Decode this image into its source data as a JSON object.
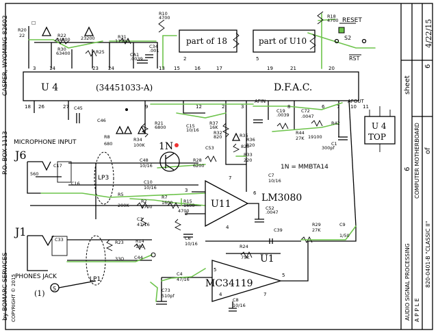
{
  "copyright_side": {
    "company": "by BOMARC SERVICES",
    "address": "P.O. BOX 1113",
    "city": "CASPER, WYOMING 82602",
    "copyright": "COPYRIGHT © 2015"
  },
  "title_block": {
    "date": "4/22/15",
    "sheet_label": "sheet",
    "sheet_num": "6",
    "of_label": "of",
    "sheet_total": "6",
    "board": "COMPUTER MOTHERBOARD",
    "part_no": "820-0401-B \"CLASSIC II\"",
    "function": "AUDIO SIGNAL PROCESSING",
    "brand": "A P P L E"
  },
  "chips": {
    "u4_name": "U 4",
    "u4_part": "(34451033-A)",
    "u4_func": "D.F.A.C.",
    "u4_top_a": "U 4",
    "u4_top_b": "TOP",
    "part18": "part of 18",
    "part_u10": "part of U10",
    "u11": "U11",
    "u11_part": "LM3080",
    "u1": "U1",
    "u1_part": "MC34119",
    "q_label": "1N",
    "q_note": "1N = MMBTA14"
  },
  "labels": {
    "reset": "RESET",
    "rst": "RST",
    "s2": "S2",
    "mic_input": "MICROPHONE INPUT",
    "j6": "J6",
    "j1": "J1",
    "phones_jack": "PHONES JACK",
    "lp1": "LP1",
    "lp3": "LP3",
    "afin": "AFIN",
    "afout": "AFOUT",
    "one": "(1)"
  },
  "components": [
    {
      "id": "r20",
      "text": "R20"
    },
    {
      "id": "r20v",
      "text": "22"
    },
    {
      "id": "r22",
      "text": "R22"
    },
    {
      "id": "r22v",
      "text": "34800"
    },
    {
      "id": "r30",
      "text": "R30"
    },
    {
      "id": "r30v",
      "text": "63400"
    },
    {
      "id": "r23v",
      "text": "23200"
    },
    {
      "id": "r25",
      "text": "R25"
    },
    {
      "id": "r31",
      "text": "R31"
    },
    {
      "id": "r31v",
      "text": "11300"
    },
    {
      "id": "ca1",
      "text": "CA1"
    },
    {
      "id": "ca1v",
      "text": ".0039"
    },
    {
      "id": "c34",
      "text": "C34"
    },
    {
      "id": "c34v",
      "text": ".001"
    },
    {
      "id": "r10",
      "text": "R10"
    },
    {
      "id": "r10v",
      "text": "4700"
    },
    {
      "id": "r18",
      "text": "R18"
    },
    {
      "id": "r18v",
      "text": "4700"
    },
    {
      "id": "c45",
      "text": "C45"
    },
    {
      "id": "c46",
      "text": "C46"
    },
    {
      "id": "r8",
      "text": "R8"
    },
    {
      "id": "r8v",
      "text": "680"
    },
    {
      "id": "r34",
      "text": "R34"
    },
    {
      "id": "r34v",
      "text": "100K"
    },
    {
      "id": "r21",
      "text": "R21"
    },
    {
      "id": "r21v",
      "text": "6800"
    },
    {
      "id": "c48",
      "text": "C48"
    },
    {
      "id": "c48v",
      "text": "10/16"
    },
    {
      "id": "c15",
      "text": "C15"
    },
    {
      "id": "c15v",
      "text": "10/16"
    },
    {
      "id": "r37",
      "text": "R37"
    },
    {
      "id": "r37v",
      "text": "16K"
    },
    {
      "id": "r32",
      "text": "R32"
    },
    {
      "id": "r32v",
      "text": "820"
    },
    {
      "id": "r36",
      "text": "R36"
    },
    {
      "id": "r36v",
      "text": "820"
    },
    {
      "id": "r35",
      "text": "R35"
    },
    {
      "id": "r35v",
      "text": "820"
    },
    {
      "id": "c53",
      "text": "C53"
    },
    {
      "id": "r33",
      "text": "R33"
    },
    {
      "id": "r33v",
      "text": "220"
    },
    {
      "id": "r28",
      "text": "R28"
    },
    {
      "id": "r28v",
      "text": "6200"
    },
    {
      "id": "c19",
      "text": "C19"
    },
    {
      "id": "c19v",
      "text": ".0039"
    },
    {
      "id": "c72",
      "text": "C72"
    },
    {
      "id": "c72v",
      "text": ".0047"
    },
    {
      "id": "r44",
      "text": "R44"
    },
    {
      "id": "r44v",
      "text": "27K"
    },
    {
      "id": "r42",
      "text": "R42"
    },
    {
      "id": "c1",
      "text": "C1"
    },
    {
      "id": "c1v",
      "text": "300pf"
    },
    {
      "id": "c7",
      "text": "C7"
    },
    {
      "id": "c7v",
      "text": "10/16"
    },
    {
      "id": "c17",
      "text": "C17"
    },
    {
      "id": "c16",
      "text": "C16"
    },
    {
      "id": "r560",
      "text": "560"
    },
    {
      "id": "c10",
      "text": "C10"
    },
    {
      "id": "c10v",
      "text": "10/16"
    },
    {
      "id": "r5",
      "text": "R5"
    },
    {
      "id": "r5v",
      "text": "200K"
    },
    {
      "id": "r2",
      "text": "R2"
    },
    {
      "id": "r2v",
      "text": "4700"
    },
    {
      "id": "r7",
      "text": "R7"
    },
    {
      "id": "r7v",
      "text": "1600"
    },
    {
      "id": "r15",
      "text": "R15"
    },
    {
      "id": "r15v",
      "text": "1600"
    },
    {
      "id": "c3",
      "text": "C3"
    },
    {
      "id": "c3v",
      "text": "47/16"
    },
    {
      "id": "r6v",
      "text": "4700"
    },
    {
      "id": "c6",
      "text": "C6"
    },
    {
      "id": "c6v",
      "text": "10/16"
    },
    {
      "id": "c52",
      "text": "C52"
    },
    {
      "id": "c52v",
      "text": ".0047"
    },
    {
      "id": "c39",
      "text": "C39"
    },
    {
      "id": "r29",
      "text": "R29"
    },
    {
      "id": "r29v",
      "text": "27K"
    },
    {
      "id": "c9",
      "text": "C9"
    },
    {
      "id": "c9v",
      "text": "1/50"
    },
    {
      "id": "c33",
      "text": "C33"
    },
    {
      "id": "r23b",
      "text": "R23"
    },
    {
      "id": "r23bv",
      "text": "33Ω"
    },
    {
      "id": "r14",
      "text": "R14"
    },
    {
      "id": "r14v",
      "text": "180"
    },
    {
      "id": "c44",
      "text": "C44"
    },
    {
      "id": "c4",
      "text": "C4"
    },
    {
      "id": "c4v",
      "text": "47/16"
    },
    {
      "id": "r24",
      "text": "R24"
    },
    {
      "id": "r24v",
      "text": "75K"
    },
    {
      "id": "c8",
      "text": "C8"
    },
    {
      "id": "c8v",
      "text": "10/16"
    },
    {
      "id": "c73",
      "text": "C73"
    },
    {
      "id": "c73v",
      "text": "510pf"
    },
    {
      "id": "c91",
      "text": "19100"
    }
  ],
  "pins": [
    "3",
    "14",
    "23",
    "24",
    "13",
    "15",
    "2",
    "16",
    "17",
    "5",
    "19",
    "21",
    "20",
    "18",
    "26",
    "27",
    "9",
    "12",
    "1",
    "2",
    "3",
    "4",
    "5",
    "6",
    "7",
    "8",
    "10",
    "11"
  ]
}
